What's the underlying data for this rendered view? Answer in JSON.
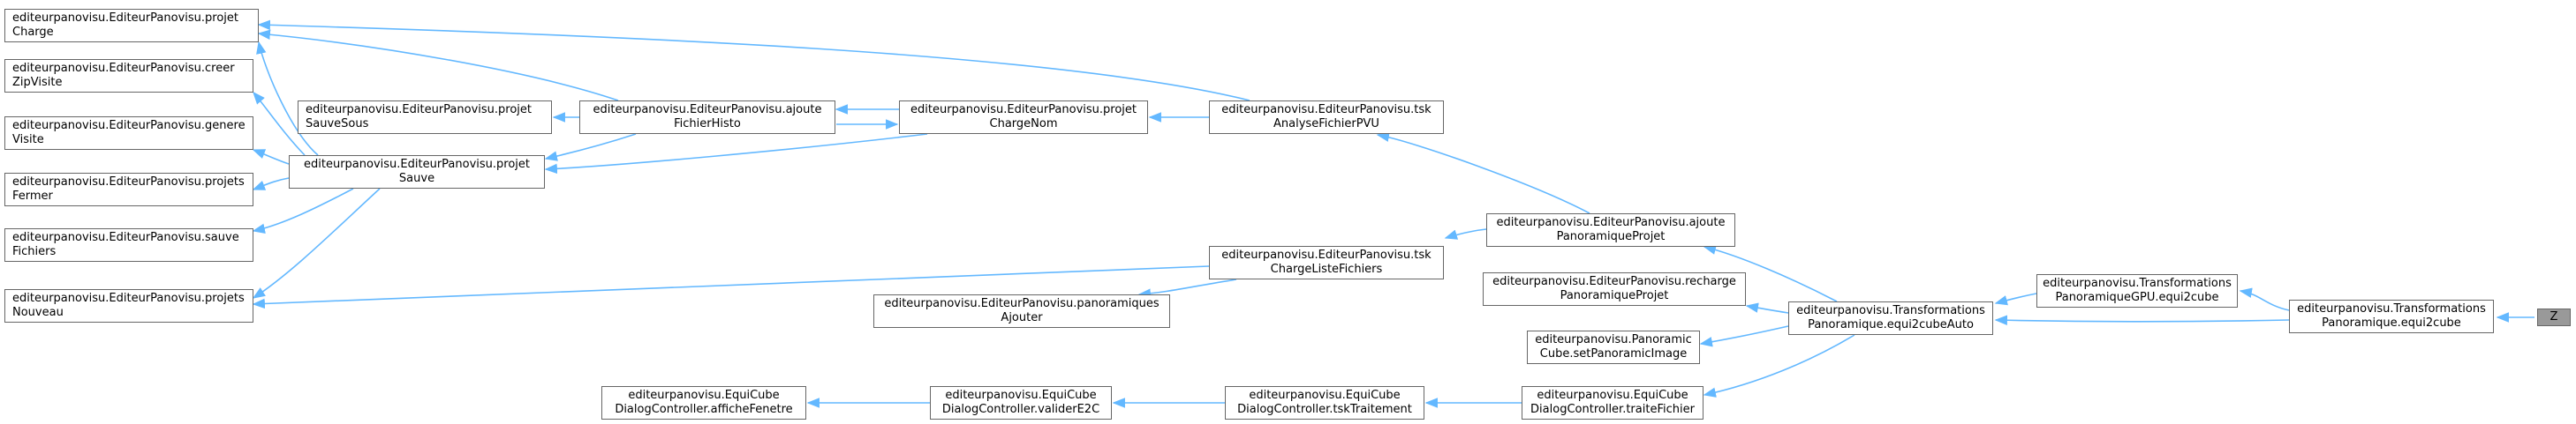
{
  "colors": {
    "edge": "#63b8ff",
    "node_border": "#666666",
    "target_fill": "#999999"
  },
  "nodes": {
    "projetCharge": [
      "editeurpanovisu.EditeurPanovisu.projet",
      "Charge"
    ],
    "creerZip": [
      "editeurpanovisu.EditeurPanovisu.creer",
      "ZipVisite"
    ],
    "genereVisite": [
      "editeurpanovisu.EditeurPanovisu.genere",
      "Visite"
    ],
    "projetsFermer": [
      "editeurpanovisu.EditeurPanovisu.projets",
      "Fermer"
    ],
    "sauveFichiers": [
      "editeurpanovisu.EditeurPanovisu.sauve",
      "Fichiers"
    ],
    "projetsNouveau": [
      "editeurpanovisu.EditeurPanovisu.projets",
      "Nouveau"
    ],
    "projetSauveSous": [
      "editeurpanovisu.EditeurPanovisu.projet",
      "SauveSous"
    ],
    "projetSauve": [
      "editeurpanovisu.EditeurPanovisu.projet",
      "Sauve"
    ],
    "ajouteFichierHisto": [
      "editeurpanovisu.EditeurPanovisu.ajoute",
      "FichierHisto"
    ],
    "projetChargeNom": [
      "editeurpanovisu.EditeurPanovisu.projet",
      "ChargeNom"
    ],
    "tskAnalyse": [
      "editeurpanovisu.EditeurPanovisu.tsk",
      "AnalyseFichierPVU"
    ],
    "ajoutePanoProjet": [
      "editeurpanovisu.EditeurPanovisu.ajoute",
      "PanoramiqueProjet"
    ],
    "tskChargeListe": [
      "editeurpanovisu.EditeurPanovisu.tsk",
      "ChargeListeFichiers"
    ],
    "panoramiquesAjouter": [
      "editeurpanovisu.EditeurPanovisu.panoramiques",
      "Ajouter"
    ],
    "rechargePano": [
      "editeurpanovisu.EditeurPanovisu.recharge",
      "PanoramiqueProjet"
    ],
    "setPanoImage": [
      "editeurpanovisu.Panoramic",
      "Cube.setPanoramicImage"
    ],
    "equi2cubeAuto": [
      "editeurpanovisu.Transformations",
      "Panoramique.equi2cubeAuto"
    ],
    "gpuEqui2cube": [
      "editeurpanovisu.Transformations",
      "PanoramiqueGPU.equi2cube"
    ],
    "equi2cube": [
      "editeurpanovisu.Transformations",
      "Panoramique.equi2cube"
    ],
    "z": [
      "Z"
    ],
    "afficheFenetre": [
      "editeurpanovisu.EquiCube",
      "DialogController.afficheFenetre"
    ],
    "validerE2C": [
      "editeurpanovisu.EquiCube",
      "DialogController.validerE2C"
    ],
    "tskTraitement": [
      "editeurpanovisu.EquiCube",
      "DialogController.tskTraitement"
    ],
    "traiteFichier": [
      "editeurpanovisu.EquiCube",
      "DialogController.traiteFichier"
    ]
  }
}
